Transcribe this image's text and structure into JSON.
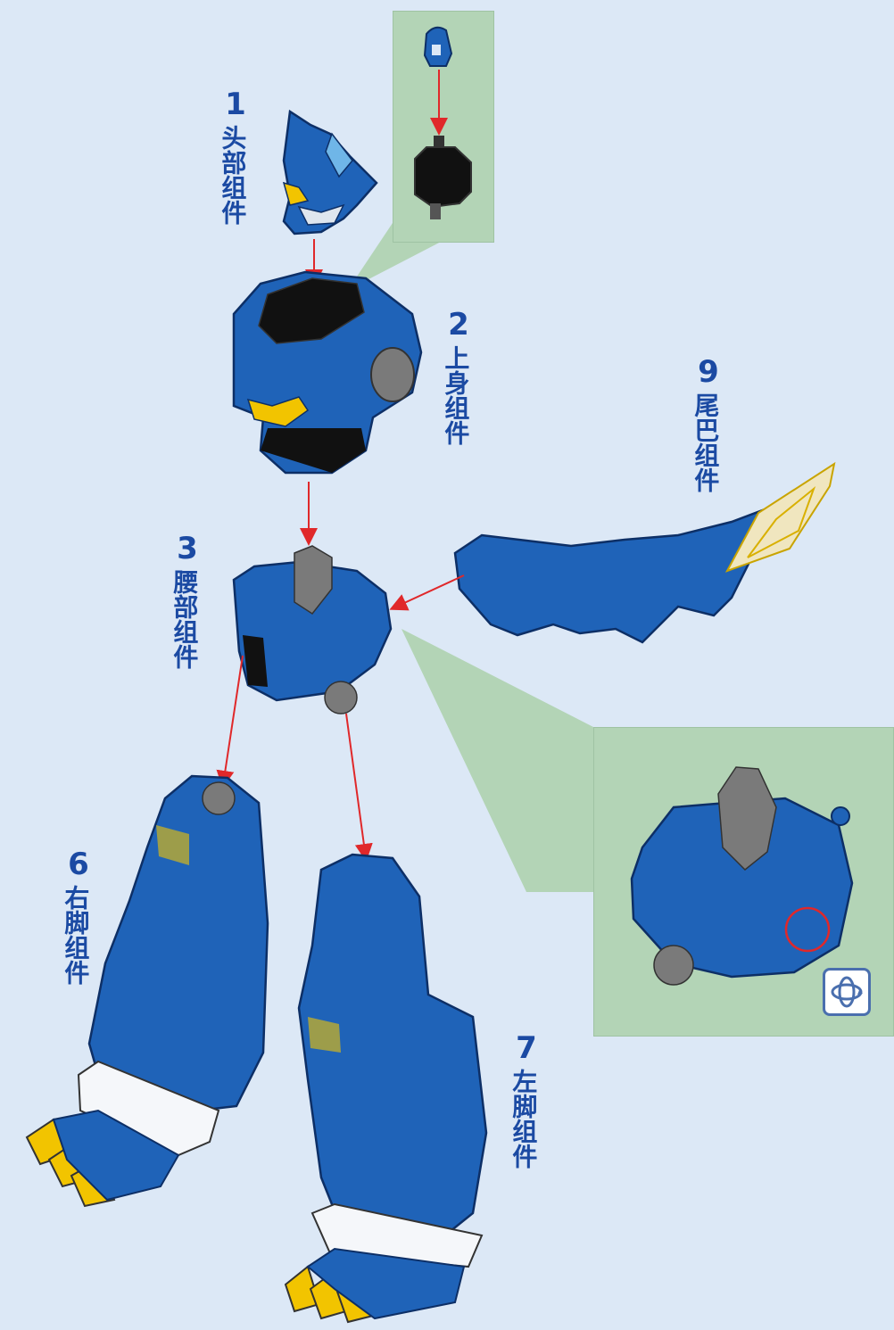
{
  "labels": {
    "head": {
      "num": "1",
      "name": "头部组件"
    },
    "torso": {
      "num": "2",
      "name": "上身组件"
    },
    "waist": {
      "num": "3",
      "name": "腰部组件"
    },
    "right_leg": {
      "num": "6",
      "name": "右脚组件"
    },
    "left_leg": {
      "num": "7",
      "name": "左脚组件"
    },
    "tail": {
      "num": "9",
      "name": "尾巴组件"
    }
  },
  "colors": {
    "background": "#dce8f6",
    "inset": "#b3d4b6",
    "part_blue": "#1f63b8",
    "part_dark": "#111111",
    "part_gray": "#7a7a7a",
    "accent_yellow": "#f2c400",
    "arrow_red": "#e0282a",
    "label_blue": "#1b4aa3"
  },
  "icons": [
    "rotate-view-icon"
  ]
}
